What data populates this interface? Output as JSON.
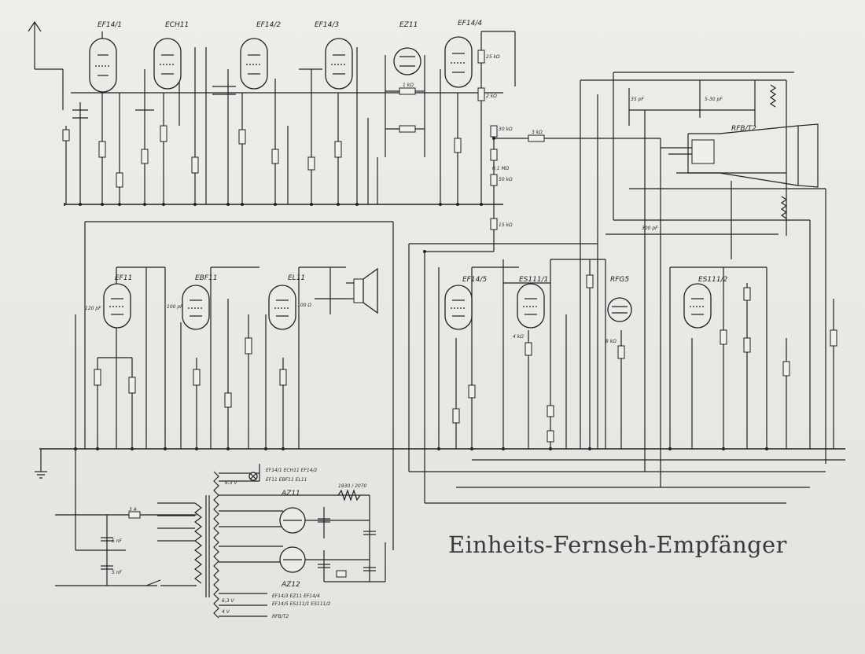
{
  "title": "Einheits-Fernseh-Empfänger",
  "tubes": {
    "ef14_1": "EF14/1",
    "ech11": "ECH11",
    "ef14_2": "EF14/2",
    "ef14_3": "EF14/3",
    "ez11": "EZ11",
    "ef14_4": "EF14/4",
    "ef11": "EF11",
    "ebf11": "EBF11",
    "el11": "EL11",
    "ef14_5": "EF14/5",
    "es111_1": "ES111/1",
    "rfg5": "RFG5",
    "es111_2": "ES111/2",
    "rfb_t2": "RFB/T2",
    "az11": "AZ11",
    "az12": "AZ12"
  },
  "values": {
    "c1": "35 pF",
    "c2": "5-30 pF",
    "r1": "30 kΩ",
    "r2": "3 kΩ",
    "r3": "50 kΩ",
    "r4": "15 kΩ",
    "r5": "25 kΩ",
    "r6": "2 kΩ",
    "r7": "1 kΩ",
    "c3": "300 pF",
    "c4": "120 pF",
    "c5": "100 pF",
    "f1": "3 A",
    "c6": "5 nF",
    "c7": "5 nF",
    "r8": "100 Ω",
    "r9": "4 kΩ",
    "r10": "8 kΩ",
    "r11": "0,1 MΩ"
  },
  "heater_notes": {
    "n1": "EF14/1 ECH11 EF14/2",
    "n2": "EF11 EBF11 EL11",
    "n3": "1930 / 2070",
    "n4": "6,3 V",
    "n5": "EF14/3 EZ11 EF14/4",
    "n6": "EF14/5 ES111/1 ES111/2",
    "n7": "RFB/T2",
    "n8": "6,3 V",
    "n9": "4 V"
  }
}
